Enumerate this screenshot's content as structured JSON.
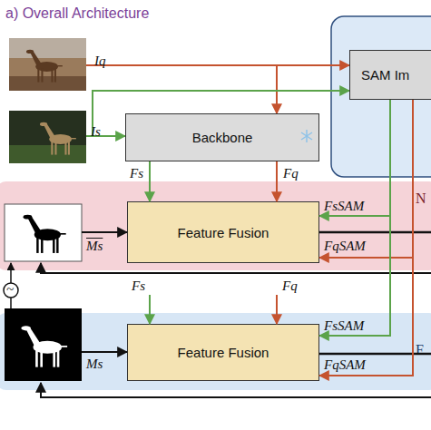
{
  "diagram": {
    "title": "a) Overall Architecture",
    "nodes": [
      {
        "text": [
          "SAM Im"
        ]
      },
      {
        "text": [
          "Backbone"
        ]
      },
      {
        "text": [
          "N"
        ]
      },
      {
        "text": [
          "Feature Fusion"
        ],
        "in": 2
      },
      {
        "text": [
          "F"
        ]
      },
      {
        "text": [
          "Feature Fusion"
        ],
        "in": 4
      }
    ],
    "edges": [
      {
        "from": 1,
        "to": 3,
        "arrow": "to",
        "label": "Fs"
      },
      {
        "from": 1,
        "to": 3,
        "arrow": "to",
        "label": "Fq"
      },
      {
        "from": 0,
        "to": 3,
        "arrow": "to",
        "label": "FsSAM"
      },
      {
        "from": 0,
        "to": 3,
        "arrow": "to",
        "label": "FqSAM"
      },
      {
        "from": 0,
        "to": 5,
        "arrow": "to",
        "label": "FsSAM"
      },
      {
        "from": 0,
        "to": 5,
        "arrow": "to",
        "label": "FqSAM"
      }
    ],
    "labels": [
      "Iq",
      "Is",
      "Ms",
      "~",
      "Fs",
      "Fq",
      "Ms"
    ]
  }
}
